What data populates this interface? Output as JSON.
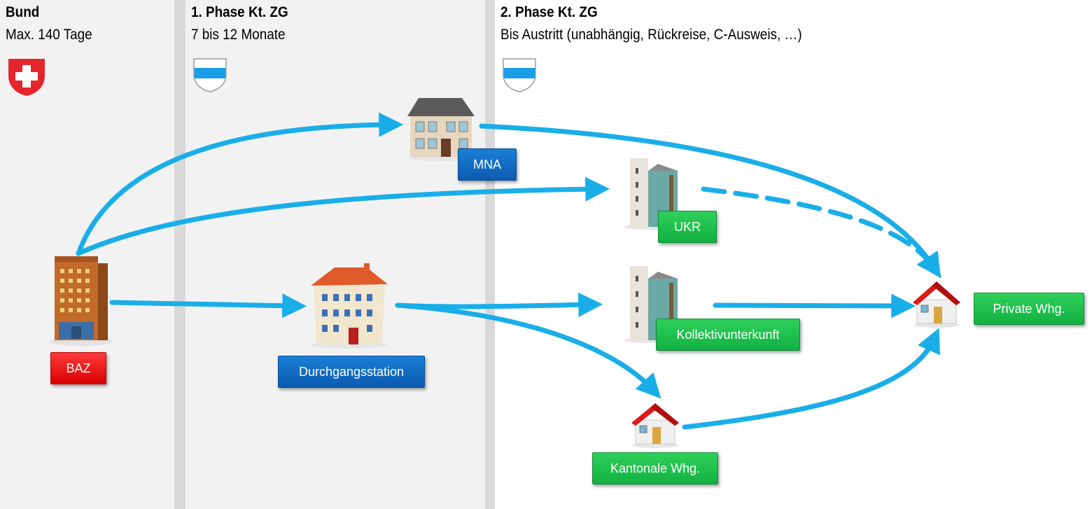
{
  "columns": {
    "bund": {
      "title": "Bund",
      "subtitle": "Max. 140 Tage"
    },
    "phase1": {
      "title": "1. Phase Kt. ZG",
      "subtitle": "7 bis 12 Monate"
    },
    "phase2": {
      "title": "2. Phase Kt. ZG",
      "subtitle": "Bis Austritt (unabhängig, Rückreise, C-Ausweis, …)"
    }
  },
  "nodes": {
    "baz": {
      "label": "BAZ",
      "color": "#e80000",
      "icon": "office-tower-icon"
    },
    "mna": {
      "label": "MNA",
      "color": "#0b66c3",
      "icon": "townhouse-icon"
    },
    "durchgangsstation": {
      "label": "Durchgangsstation",
      "color": "#0b66c3",
      "icon": "apartment-building-icon"
    },
    "ukr": {
      "label": "UKR",
      "color": "#19c04b",
      "icon": "glass-tower-icon"
    },
    "kollektivunterkunft": {
      "label": "Kollektivunterkunft",
      "color": "#19c04b",
      "icon": "glass-tower-icon"
    },
    "kantonale_whg": {
      "label": "Kantonale Whg.",
      "color": "#19c04b",
      "icon": "house-icon"
    },
    "private_whg": {
      "label": "Private Whg.",
      "color": "#19c04b",
      "icon": "house-icon"
    }
  },
  "flows": [
    {
      "from": "BAZ",
      "to": "MNA",
      "style": "solid"
    },
    {
      "from": "BAZ",
      "to": "UKR",
      "style": "solid"
    },
    {
      "from": "BAZ",
      "to": "Durchgangsstation",
      "style": "solid"
    },
    {
      "from": "Durchgangsstation",
      "to": "Kollektivunterkunft",
      "style": "solid"
    },
    {
      "from": "Durchgangsstation",
      "to": "Kantonale Whg.",
      "style": "solid"
    },
    {
      "from": "MNA",
      "to": "Private Whg.",
      "style": "solid"
    },
    {
      "from": "UKR",
      "to": "Private Whg.",
      "style": "dashed"
    },
    {
      "from": "Kollektivunterkunft",
      "to": "Private Whg.",
      "style": "solid"
    },
    {
      "from": "Kantonale Whg.",
      "to": "Private Whg.",
      "style": "solid"
    }
  ],
  "colors": {
    "arrow": "#1aaee8",
    "swiss_red": "#e4262b",
    "zug_blue": "#1a9ee8"
  }
}
